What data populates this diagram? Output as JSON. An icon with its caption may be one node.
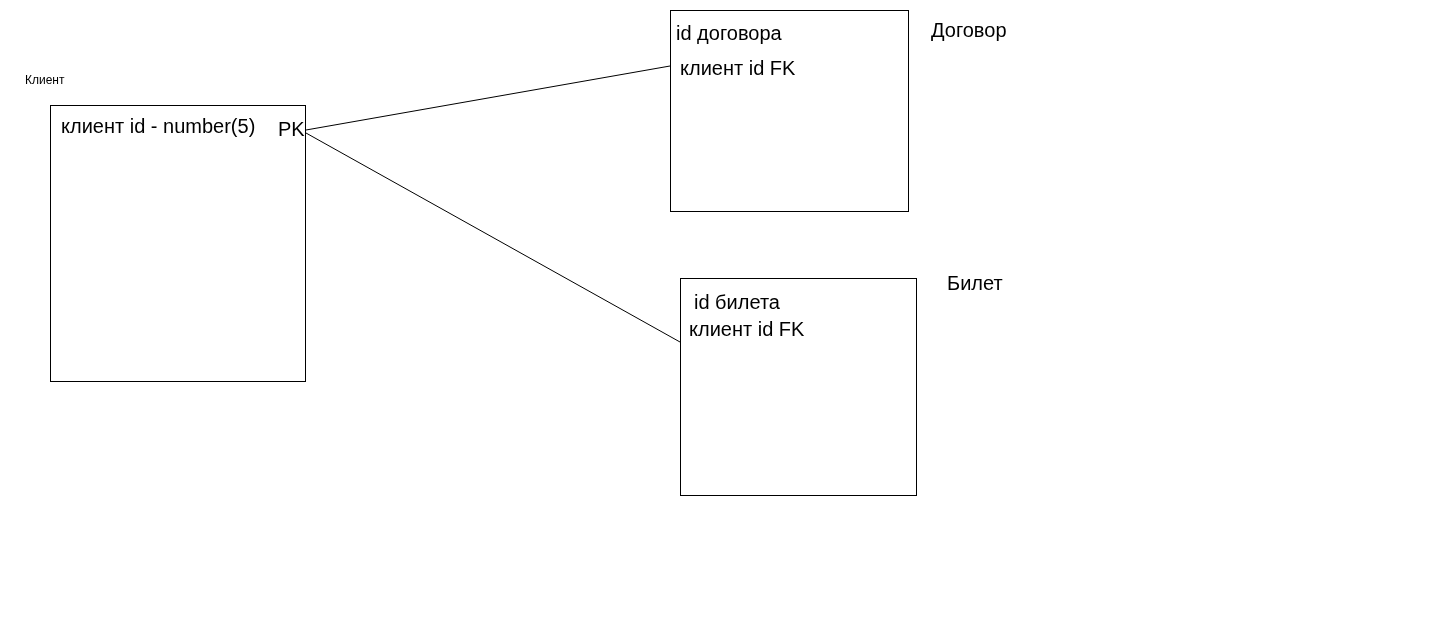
{
  "diagram": {
    "nodes": [
      {
        "text": [
          "клиент id - number(5)",
          "PK"
        ],
        "beside": [
          "Клиент"
        ]
      },
      {
        "text": [
          "id договора",
          "клиент id FK"
        ],
        "beside": [
          "Договор"
        ]
      },
      {
        "text": [
          "id билета",
          "клиент id FK"
        ],
        "beside": [
          "Билет"
        ]
      }
    ],
    "edges": [
      {
        "from": 0,
        "to": 1,
        "arrow": "none"
      },
      {
        "from": 0,
        "to": 2,
        "arrow": "none"
      }
    ]
  }
}
